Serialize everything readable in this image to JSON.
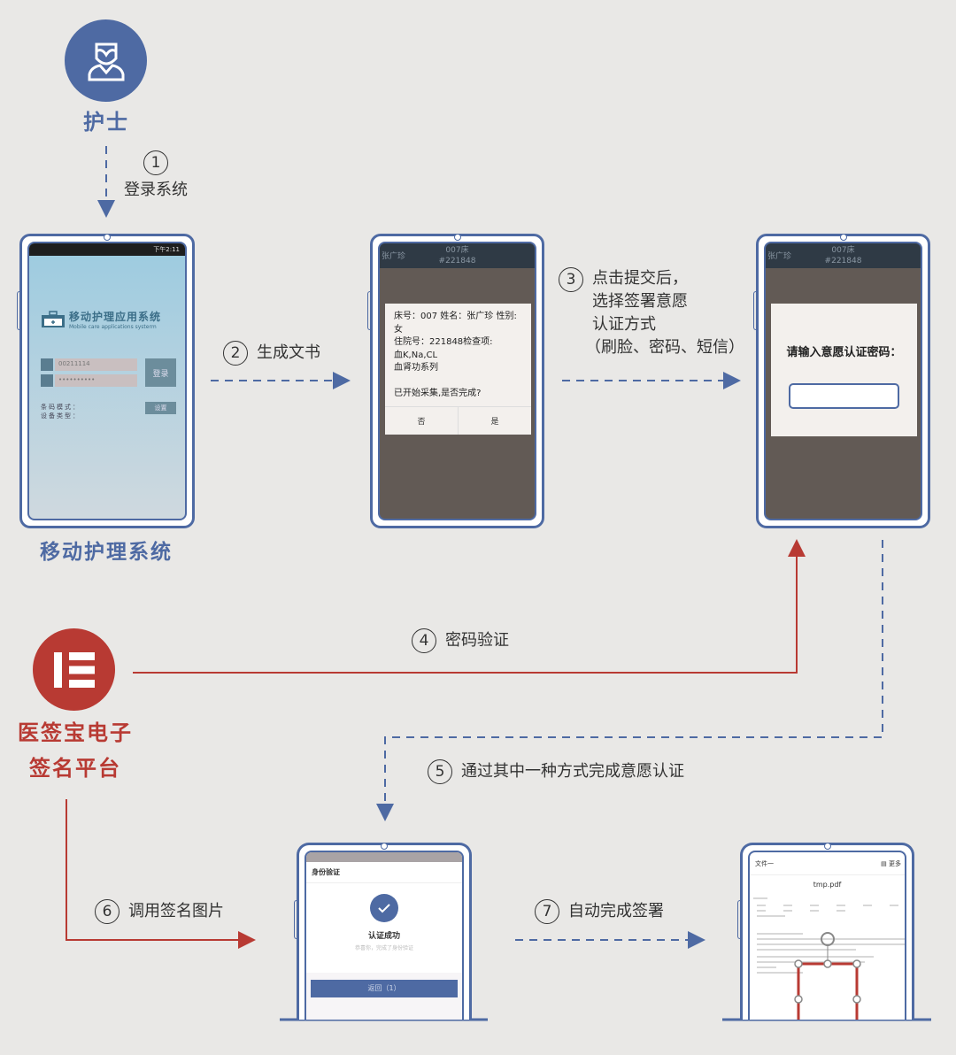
{
  "nurse": {
    "label": "护士",
    "icon": "nurse-icon"
  },
  "platform": {
    "label_line1": "医签宝电子",
    "label_line2": "签名平台",
    "icon": "e-logo-icon"
  },
  "system_label": "移动护理系统",
  "steps": [
    {
      "num": "1",
      "text": "登录系统"
    },
    {
      "num": "2",
      "text": "生成文书"
    },
    {
      "num": "3",
      "lines": [
        "点击提交后，",
        "选择签署意愿",
        "认证方式",
        "（刷脸、密码、短信）"
      ]
    },
    {
      "num": "4",
      "text": "密码验证"
    },
    {
      "num": "5",
      "text": "通过其中一种方式完成意愿认证"
    },
    {
      "num": "6",
      "text": "调用签名图片"
    },
    {
      "num": "7",
      "text": "自动完成签署"
    }
  ],
  "phone1": {
    "status_time": "下午2:11",
    "app_title": "移动护理应用系统",
    "app_subtitle": "Mobile care applications systerm",
    "username": "00211114",
    "password": "••••••••••",
    "login_button": "登录",
    "barcode_label": "条码模式：",
    "device_label": "设备类型：",
    "settings_button": "设置"
  },
  "patient_bar": {
    "name": "张广珍",
    "bed": "007床",
    "id": "#221848"
  },
  "phone2": {
    "lines": [
      "床号：007  姓名：张广珍  性别:",
      "女",
      "住院号：221848检查项:",
      "血K,Na,CL",
      "血肾功系列"
    ],
    "question": "已开始采集,是否完成?",
    "no_button": "否",
    "yes_button": "是"
  },
  "phone3": {
    "prompt": "请输入意愿认证密码：",
    "password_value": ""
  },
  "phone4": {
    "title": "身份验证",
    "success": "认证成功",
    "sub": "恭喜你，完成了身份验证",
    "return_button": "返回（1）"
  },
  "phone5": {
    "doc_title": "文件一",
    "more": "更多",
    "file_name": "tmp.pdf"
  },
  "colors": {
    "blue": "#4e6aa3",
    "red": "#b83a33",
    "background": "#e9e8e6"
  }
}
